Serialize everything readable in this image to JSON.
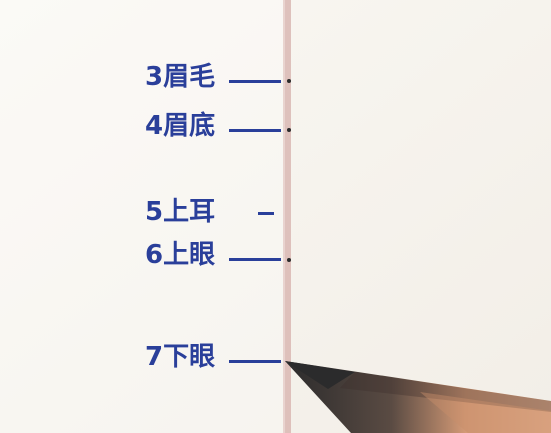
{
  "guide_labels": [
    {
      "num": "3",
      "text": "眉毛"
    },
    {
      "num": "4",
      "text": "眉底"
    },
    {
      "num": "5",
      "text": "上耳"
    },
    {
      "num": "6",
      "text": "上眼"
    },
    {
      "num": "7",
      "text": "下眼"
    }
  ],
  "colors": {
    "label_blue": "#2a3f9a",
    "paper": "#f7f4ef",
    "guide_line": "#d9b7b3",
    "pencil_lead": "#2f2f30",
    "pencil_wood": "#e2b28d"
  },
  "icons": [
    "pencil-icon"
  ]
}
